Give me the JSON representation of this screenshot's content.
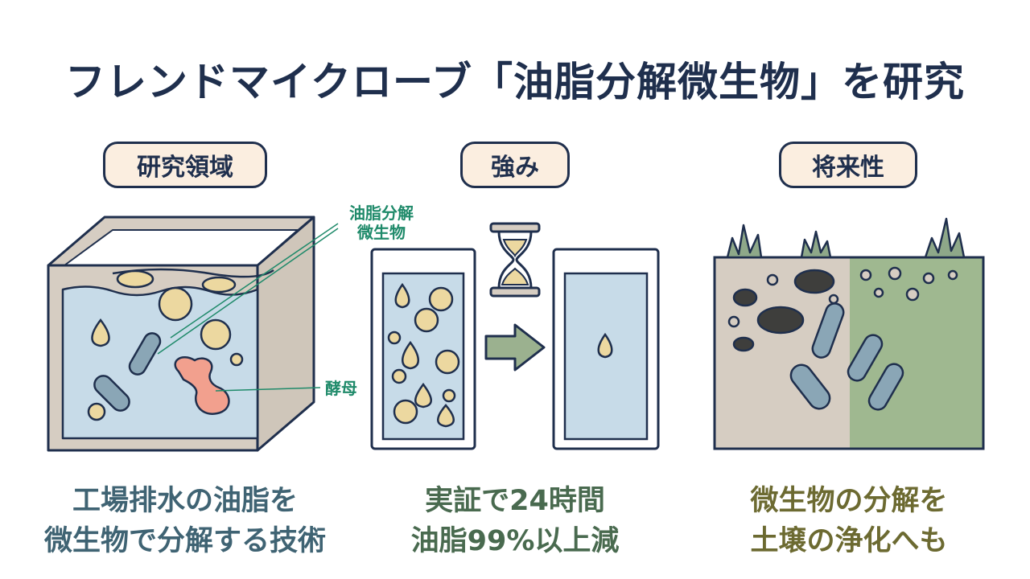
{
  "title": "フレンドマイクローブ「油脂分解微生物」を研究",
  "sections": [
    {
      "heading": "研究領域",
      "caption_lines": [
        "工場排水の油脂を",
        "微生物で分解する技術"
      ],
      "callouts": [
        "油脂分解",
        "微生物",
        "酵母"
      ]
    },
    {
      "heading": "強み",
      "caption_lines": [
        "実証で24時間",
        "油脂99%以上減"
      ],
      "icons": [
        "hourglass-icon",
        "arrow-right-icon"
      ]
    },
    {
      "heading": "将来性",
      "caption_lines": [
        "微生物の分解を",
        "土壌の浄化へも"
      ]
    }
  ],
  "colors": {
    "navy": "#1f2f4d",
    "water": "#c7dbe8",
    "oil": "#ecd8a0",
    "yeast": "#f2a08e",
    "microbe": "#8aa6b6",
    "soil": "#d6cdc2",
    "clean_soil": "#9fb890",
    "callout": "#1f8a6a"
  }
}
